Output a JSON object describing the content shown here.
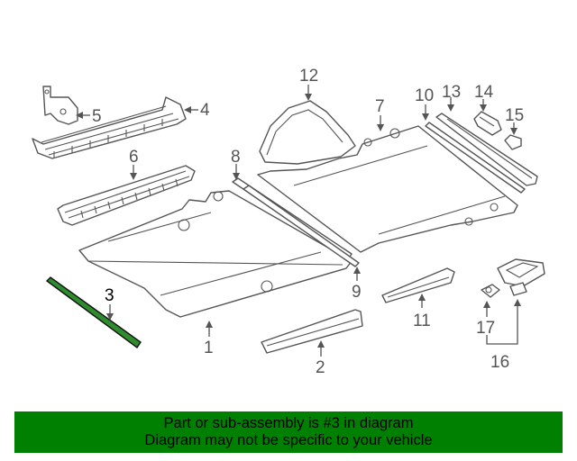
{
  "diagram": {
    "callouts": [
      {
        "id": "c1",
        "text": "1"
      },
      {
        "id": "c2",
        "text": "2"
      },
      {
        "id": "c3",
        "text": "3"
      },
      {
        "id": "c4",
        "text": "4"
      },
      {
        "id": "c5",
        "text": "5"
      },
      {
        "id": "c6",
        "text": "6"
      },
      {
        "id": "c7",
        "text": "7"
      },
      {
        "id": "c8",
        "text": "8"
      },
      {
        "id": "c9",
        "text": "9"
      },
      {
        "id": "c10",
        "text": "10"
      },
      {
        "id": "c11",
        "text": "11"
      },
      {
        "id": "c12",
        "text": "12"
      },
      {
        "id": "c13",
        "text": "13"
      },
      {
        "id": "c14",
        "text": "14"
      },
      {
        "id": "c15",
        "text": "15"
      },
      {
        "id": "c16",
        "text": "16"
      },
      {
        "id": "c17",
        "text": "17"
      }
    ],
    "highlighted_part": "3",
    "highlight_color": "#2e8b2e"
  },
  "banner": {
    "line1": "Part or sub-assembly is #3 in diagram",
    "line2": "Diagram may not be specific to your vehicle",
    "background": "#008000"
  }
}
